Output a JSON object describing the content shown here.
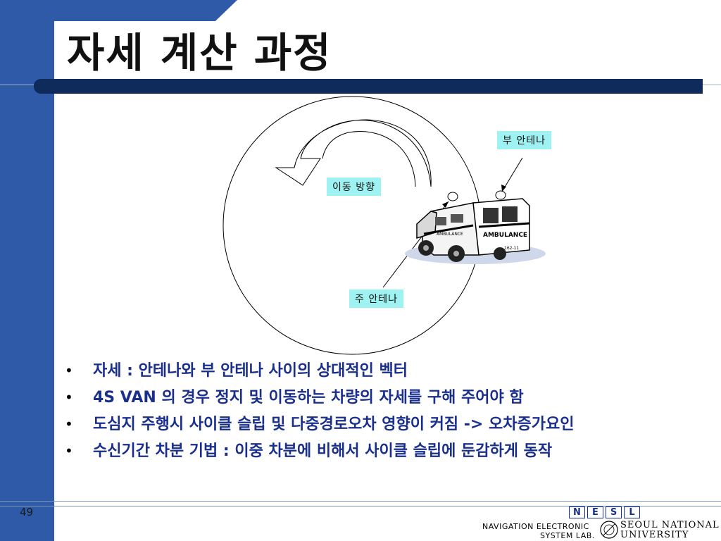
{
  "slide": {
    "title": "자세 계산 과정",
    "page_number": "49"
  },
  "diagram": {
    "labels": {
      "sub_antenna": "부 안테나",
      "movement_direction": "이동 방향",
      "main_antenna": "주 안테나"
    },
    "vehicle_text": "AMBULANCE",
    "vehicle_plate": "162-11"
  },
  "bullets": [
    {
      "strong": "",
      "text": "자세 :  안테나와 부 안테나 사이의 상대적인 벡터"
    },
    {
      "strong": "4S VAN",
      "text": " 의 경우 정지 및 이동하는 차량의 자세를 구해 주어야 함"
    },
    {
      "strong": "",
      "text": "도심지 주행시 사이클 슬립 및 다중경로오차 영향이 커짐 -> 오차증가요인"
    },
    {
      "strong": "",
      "text": "수신기간 차분 기법 : 이중 차분에 비해서 사이클 슬립에 둔감하게 동작"
    }
  ],
  "bullet_symbol": "•",
  "logo": {
    "letters": [
      "N",
      "E",
      "S",
      "L"
    ],
    "line1": "NAVIGATION ELECTRONIC",
    "line2": "SYSTEM LAB.",
    "univ1": "SEOUL NATIONAL",
    "univ2": "UNIVERSITY"
  },
  "colors": {
    "accent_blue": "#2e5aa8",
    "title_bar": "#0f2b5c",
    "label_bg": "#9ff2f2",
    "bullet_text": "#1a2f8c"
  }
}
